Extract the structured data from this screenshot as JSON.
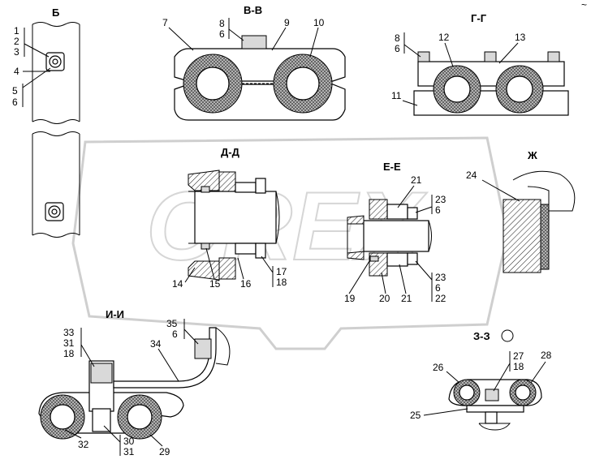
{
  "views": [
    {
      "id": "B",
      "title": "Б"
    },
    {
      "id": "V",
      "title": "В-В"
    },
    {
      "id": "G",
      "title": "Г-Г"
    },
    {
      "id": "D",
      "title": "Д-Д"
    },
    {
      "id": "E",
      "title": "Е-Е"
    },
    {
      "id": "Zh",
      "title": "Ж"
    },
    {
      "id": "I",
      "title": "И-И"
    },
    {
      "id": "Z",
      "title": "З-З"
    }
  ],
  "callouts": {
    "b_stack_top": [
      "1",
      "2",
      "3"
    ],
    "b_4": "4",
    "b_stack_bottom": [
      "5",
      "6"
    ],
    "v_stack": [
      "8",
      "6"
    ],
    "v_7": "7",
    "v_9": "9",
    "v_10": "10",
    "g_stack": [
      "8",
      "6"
    ],
    "g_12": "12",
    "g_13": "13",
    "g_11": "11",
    "d_14": "14",
    "d_15": "15",
    "d_16": "16",
    "d_stack": [
      "17",
      "18"
    ],
    "e_21a": "21",
    "e_stack_top": [
      "23",
      "6"
    ],
    "e_stack_bottom": [
      "23",
      "6",
      "22"
    ],
    "e_19": "19",
    "e_20": "20",
    "e_21b": "21",
    "zh_24": "24",
    "i_stack_top": [
      "33",
      "31",
      "18"
    ],
    "i_stack_35": [
      "35",
      "6"
    ],
    "i_34": "34",
    "i_32": "32",
    "i_stack_bottom": [
      "30",
      "31"
    ],
    "i_29": "29",
    "z_stack": [
      "27",
      "18"
    ],
    "z_26": "26",
    "z_28": "28",
    "z_25": "25"
  }
}
